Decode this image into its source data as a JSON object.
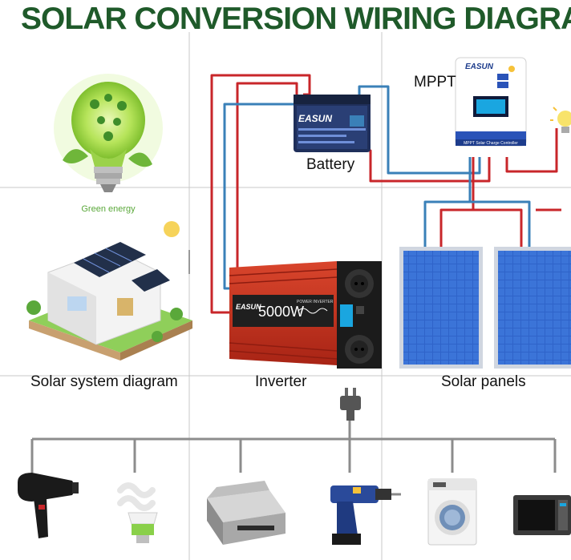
{
  "title": "SOLAR CONVERSION WIRING DIAGRAM",
  "labels": {
    "mppt": "MPPT",
    "battery": "Battery",
    "solar_system": "Solar system diagram",
    "inverter": "Inverter",
    "solar_panels": "Solar panels"
  },
  "device_text": {
    "bulb_caption": "Green energy",
    "battery_brand": "EASUN",
    "mppt_brand": "EASUN",
    "mppt_front": "MPPT Solar Charge Controller",
    "inverter_rating": "5000W",
    "inverter_brand": "EASUN",
    "inverter_heading": "POWER INVERTER"
  },
  "appliances": [
    {
      "name": "hair-dryer"
    },
    {
      "name": "cfl-bulb"
    },
    {
      "name": "printer"
    },
    {
      "name": "power-drill"
    },
    {
      "name": "washing-machine"
    },
    {
      "name": "microwave-oven"
    }
  ],
  "colors": {
    "title": "#1f5a2a",
    "wire_red": "#c8262a",
    "wire_blue": "#3a80b8",
    "inverter_red": "#c0301e",
    "panel_blue": "#2f63c9",
    "bulb_green": "#8ccf3a",
    "grid": "#c9c9c9"
  }
}
